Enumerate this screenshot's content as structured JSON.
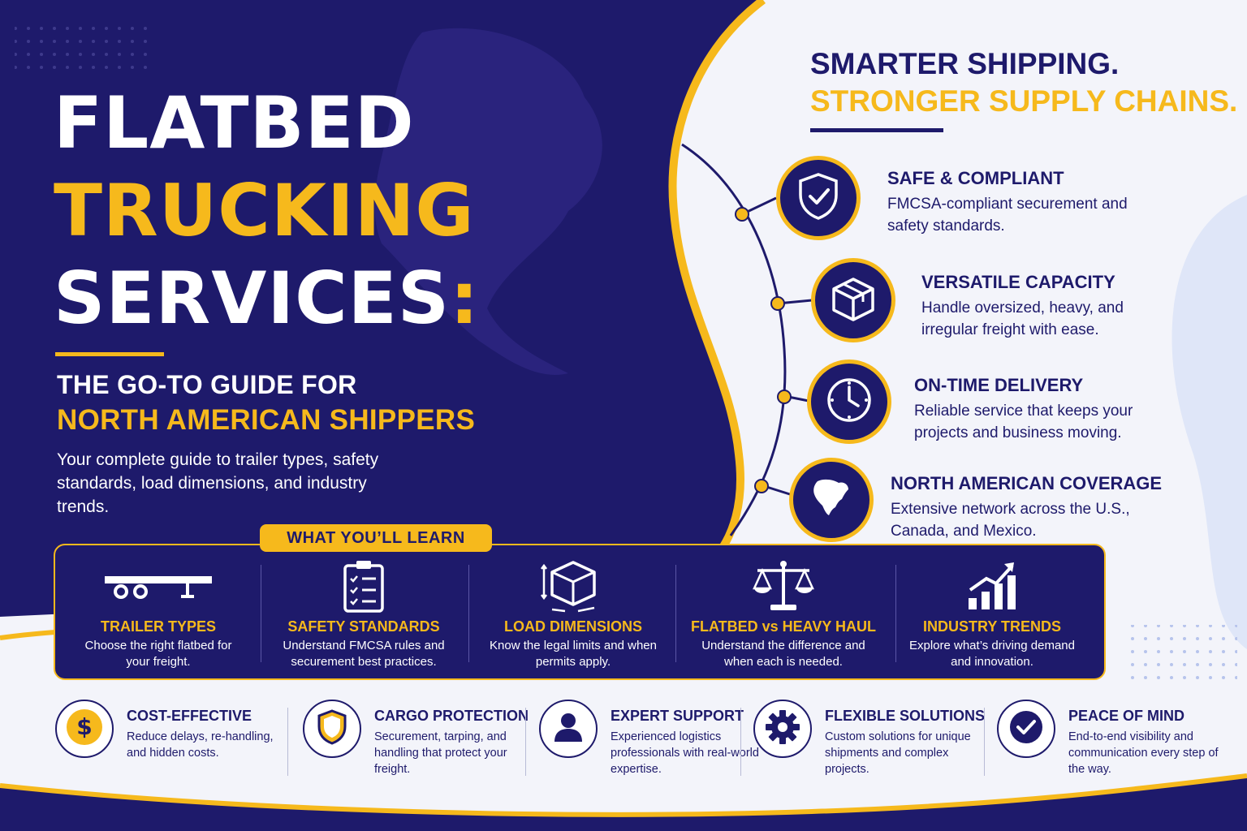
{
  "colors": {
    "navy": "#1e1a6b",
    "gold": "#f6b91c",
    "white": "#ffffff",
    "light": "#f3f4fa"
  },
  "hero": {
    "line1": "FLATBED",
    "line2": "TRUCKING",
    "line3": "SERVICES",
    "colon": ":",
    "subtitle1": "THE GO-TO GUIDE FOR",
    "subtitle2": "NORTH AMERICAN SHIPPERS",
    "intro": "Your complete guide to trailer types, safety standards, load dimensions, and industry trends."
  },
  "right": {
    "heading1": "SMARTER SHIPPING.",
    "heading2": "STRONGER SUPPLY CHAINS.",
    "features": [
      {
        "title": "SAFE & COMPLIANT",
        "desc": "FMCSA-compliant securement and safety standards.",
        "icon": "shield-check-icon"
      },
      {
        "title": "VERSATILE CAPACITY",
        "desc": "Handle oversized, heavy, and irregular freight with ease.",
        "icon": "box-icon"
      },
      {
        "title": "ON-TIME DELIVERY",
        "desc": "Reliable service that keeps your projects and business moving.",
        "icon": "clock-icon"
      },
      {
        "title": "NORTH AMERICAN COVERAGE",
        "desc": "Extensive network across the U.S., Canada, and Mexico.",
        "icon": "map-icon"
      }
    ]
  },
  "learn": {
    "badge": "WHAT YOU’LL LEARN",
    "items": [
      {
        "title": "TRAILER TYPES",
        "desc": "Choose the right flatbed for your freight.",
        "icon": "trailer-icon"
      },
      {
        "title": "SAFETY STANDARDS",
        "desc": "Understand FMCSA rules and securement best practices.",
        "icon": "clipboard-checklist-icon"
      },
      {
        "title": "LOAD DIMENSIONS",
        "desc": "Know the legal limits and when permits apply.",
        "icon": "box-dimensions-icon"
      },
      {
        "title": "FLATBED vs HEAVY HAUL",
        "desc": "Understand the difference and when each is needed.",
        "icon": "scale-icon"
      },
      {
        "title": "INDUSTRY TRENDS",
        "desc": "Explore what’s driving demand and innovation.",
        "icon": "trend-chart-icon"
      }
    ]
  },
  "benefits": [
    {
      "title": "COST-EFFECTIVE",
      "desc": "Reduce delays, re-handling, and hidden costs.",
      "icon": "dollar-icon"
    },
    {
      "title": "CARGO PROTECTION",
      "desc": "Securement, tarping, and handling that protect your freight.",
      "icon": "shield-icon"
    },
    {
      "title": "EXPERT SUPPORT",
      "desc": "Experienced logistics professionals with real-world expertise.",
      "icon": "person-icon"
    },
    {
      "title": "FLEXIBLE SOLUTIONS",
      "desc": "Custom solutions for unique shipments and complex projects.",
      "icon": "gear-icon"
    },
    {
      "title": "PEACE OF MIND",
      "desc": "End-to-end visibility and communication every step of the way.",
      "icon": "check-circle-icon"
    }
  ]
}
